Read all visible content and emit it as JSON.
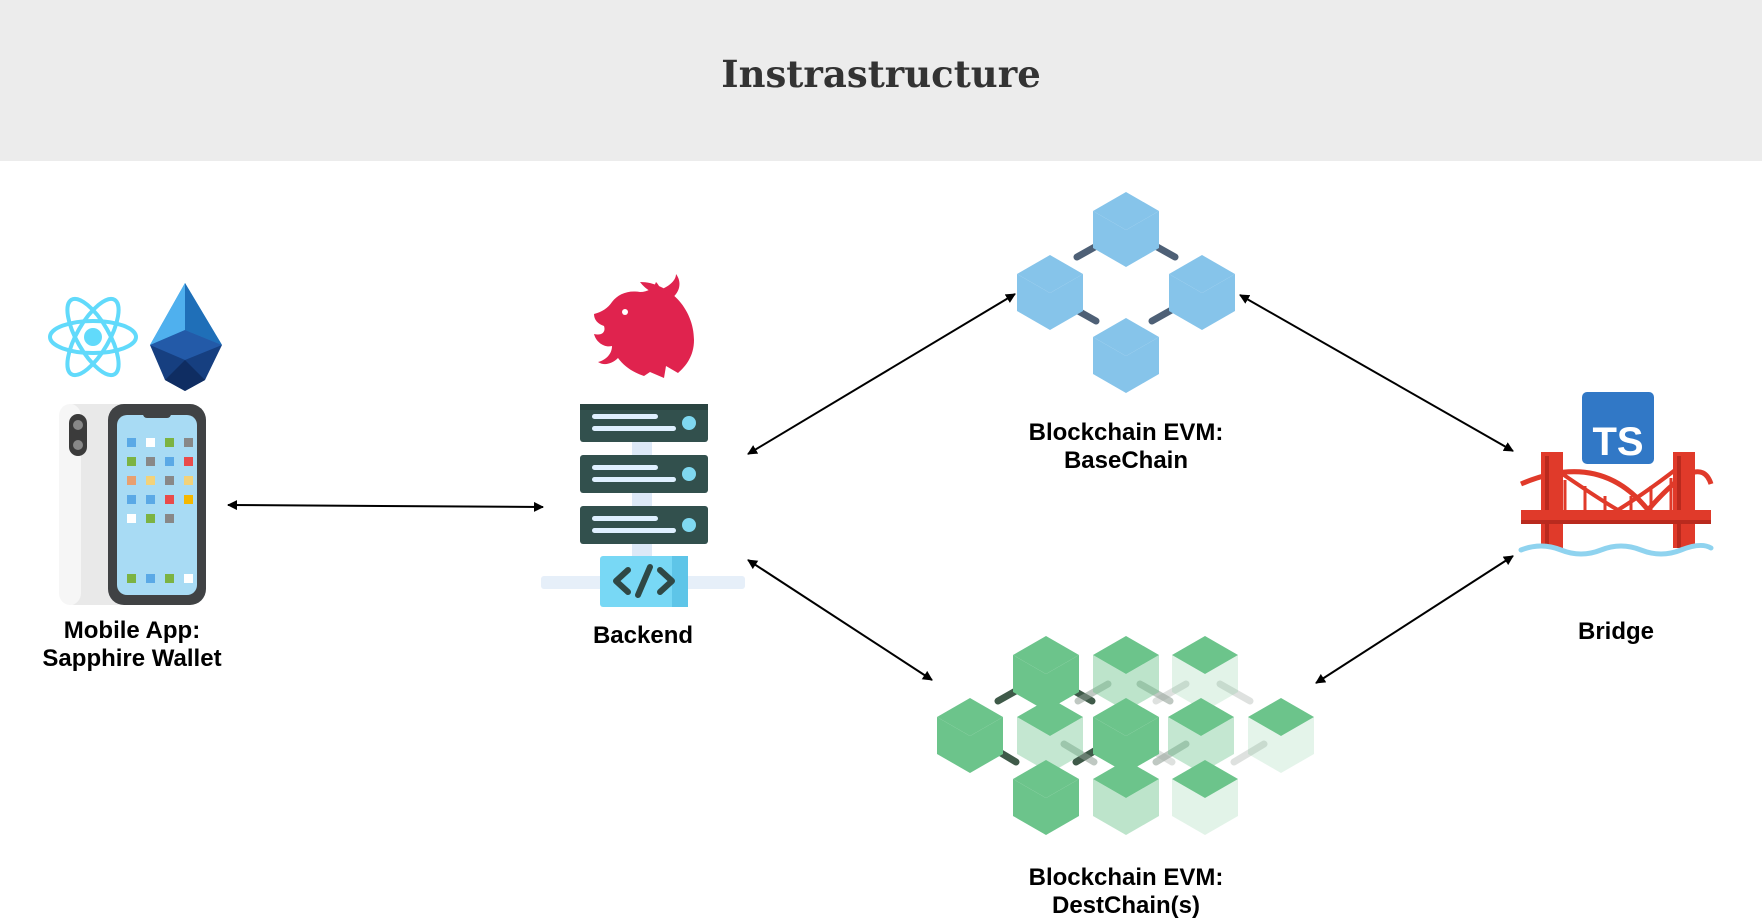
{
  "title": "Instrastructure",
  "nodes": {
    "mobile": {
      "line1": "Mobile App:",
      "line2": "Sapphire Wallet",
      "icons": [
        "react-icon",
        "expo-drop-icon",
        "smartphone-icon"
      ]
    },
    "backend": {
      "label": "Backend",
      "icons": [
        "nestjs-icon",
        "server-icon",
        "code-icon"
      ]
    },
    "base_chain": {
      "line1": "Blockchain EVM:",
      "line2": "BaseChain",
      "icons": [
        "blockchain-icon"
      ]
    },
    "dest_chain": {
      "line1": "Blockchain EVM:",
      "line2": "DestChain(s)",
      "icons": [
        "blockchain-cluster-icon"
      ]
    },
    "bridge": {
      "label": "Bridge",
      "icons": [
        "typescript-icon",
        "bridge-icon"
      ]
    }
  },
  "connections": [
    {
      "from": "mobile",
      "to": "backend",
      "direction": "both"
    },
    {
      "from": "backend",
      "to": "base_chain",
      "direction": "both"
    },
    {
      "from": "backend",
      "to": "dest_chain",
      "direction": "both"
    },
    {
      "from": "base_chain",
      "to": "bridge",
      "direction": "both"
    },
    {
      "from": "dest_chain",
      "to": "bridge",
      "direction": "both"
    }
  ],
  "colors": {
    "header_bg": "#ececec",
    "title": "#333333",
    "base_cube": "#7ec3ea",
    "dest_cube": "#6cc48b",
    "bridge": "#e03a2a",
    "typescript": "#3178c6",
    "nest": "#e0234e",
    "react": "#61dafb",
    "server": "#32504d"
  }
}
